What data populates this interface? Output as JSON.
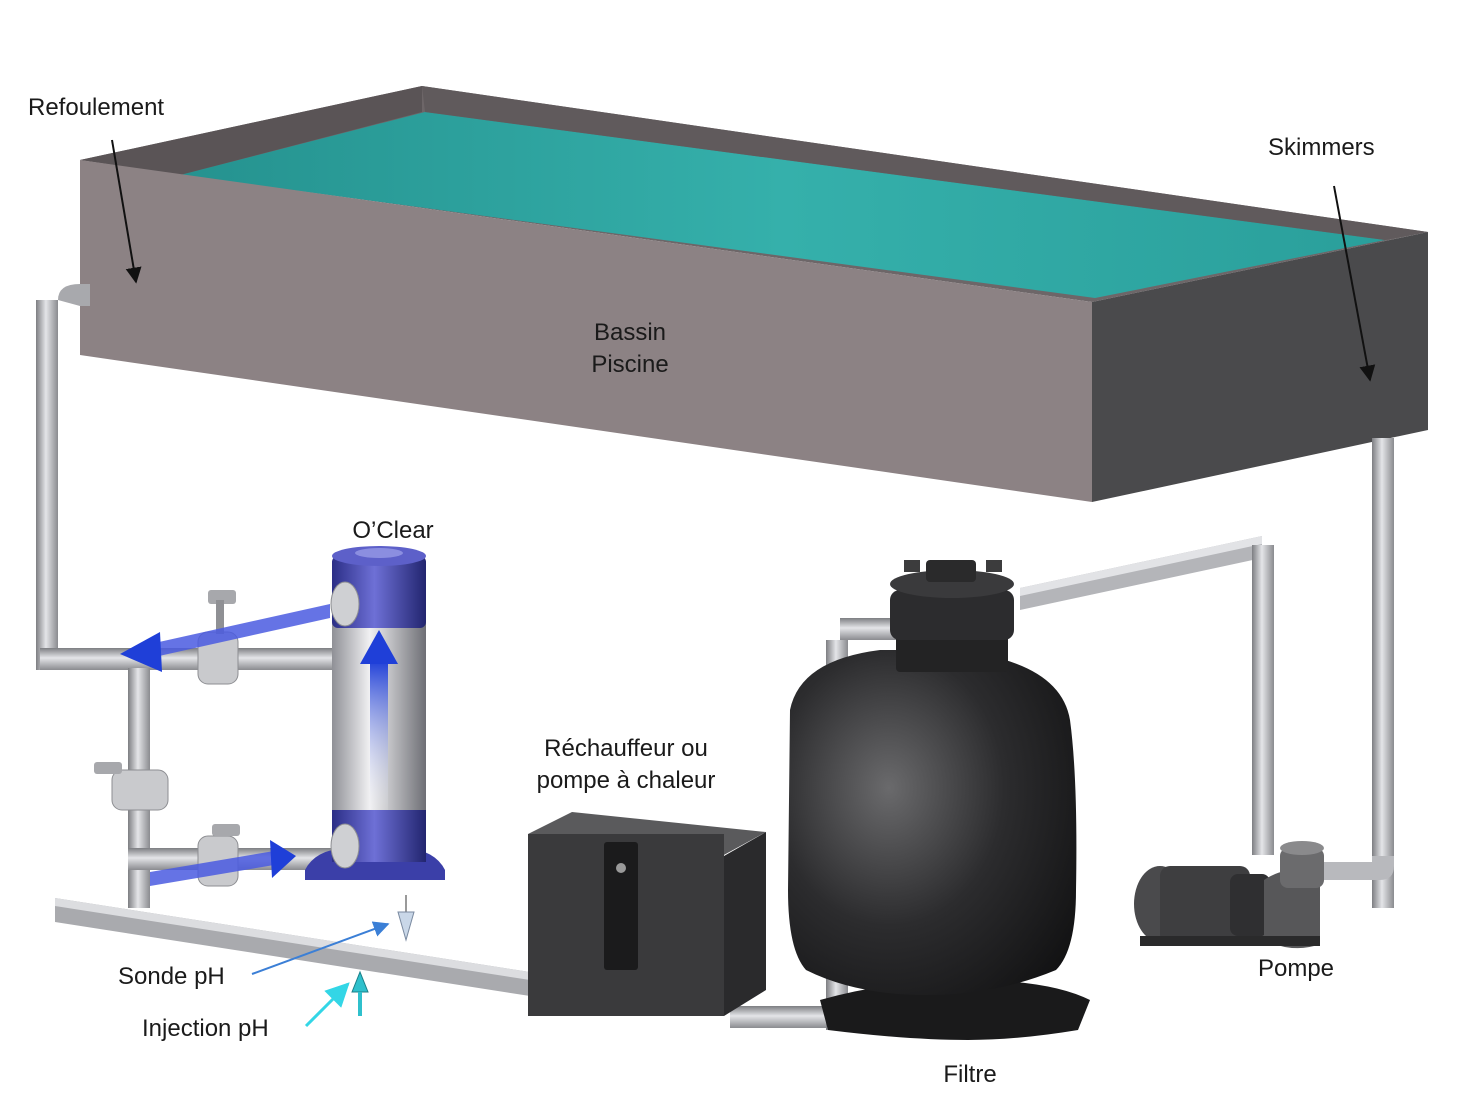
{
  "labels": {
    "refoulement": "Refoulement",
    "skimmers": "Skimmers",
    "bassin_line1": "Bassin",
    "bassin_line2": "Piscine",
    "oclear": "O’Clear",
    "rechauffeur_line1": "Réchauffeur ou",
    "rechauffeur_line2": "pompe à chaleur",
    "sonde_ph": "Sonde pH",
    "injection_ph": "Injection pH",
    "filtre": "Filtre",
    "pompe": "Pompe"
  },
  "colors": {
    "water": "#2fa6a2",
    "basin_front": "#8c8284",
    "basin_side": "#4a4a4c",
    "pipe": "#b9babd",
    "flow_arrow": "#1f3fd8",
    "probe_arrow": "#3b7fd6",
    "injection_arrow": "#33d6e6",
    "oclear_body": "#3b3fa8",
    "filter_body": "#2b2b2b",
    "heater_body": "#3a3a3c"
  }
}
